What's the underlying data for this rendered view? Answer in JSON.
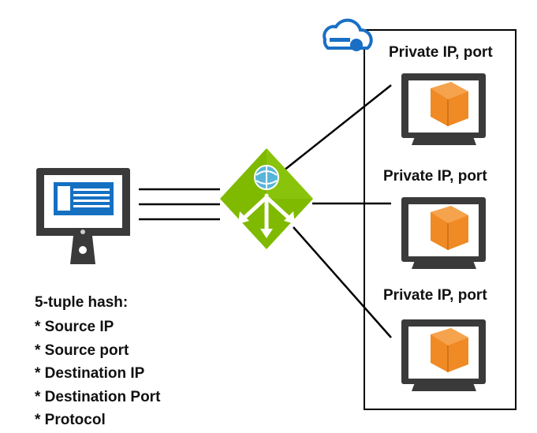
{
  "vm_labels": [
    "Private IP, port",
    "Private IP, port",
    "Private IP, port"
  ],
  "hash_list": {
    "title": "5-tuple hash:",
    "items": [
      "* Source IP",
      "* Source port",
      "* Destination IP",
      "* Destination Port",
      "* Protocol"
    ]
  },
  "icons": {
    "client": "client-computer-icon",
    "load_balancer": "load-balancer-icon",
    "cloud": "azure-cloud-icon",
    "vm": "virtual-machine-icon"
  },
  "colors": {
    "monitor_dark": "#3a3a3a",
    "monitor_screen": "#ffffff",
    "box_orange": "#f08a24",
    "lb_green": "#7fba00",
    "client_blue": "#1570c2",
    "cloud_blue": "#1a6fc4",
    "line": "#000000"
  }
}
